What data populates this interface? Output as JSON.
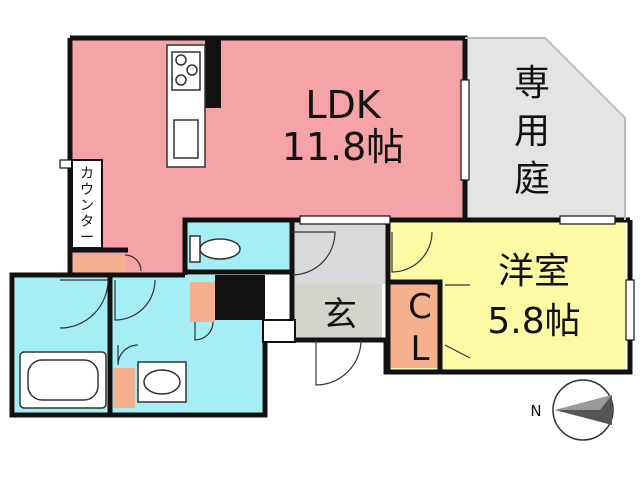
{
  "rooms": {
    "ldk": {
      "name": "LDK",
      "size": "11.8帖"
    },
    "western": {
      "name": "洋室",
      "size": "5.8帖"
    },
    "garden": {
      "chars": [
        "専",
        "用",
        "庭"
      ]
    },
    "entrance": {
      "name": "玄"
    },
    "closet": {
      "chars": [
        "C",
        "L"
      ]
    },
    "counter": {
      "chars": [
        "カ",
        "ウ",
        "ン",
        "タ",
        "ー"
      ]
    }
  },
  "compass": {
    "label": "N"
  },
  "colors": {
    "ldk": "#f6a3a7",
    "western": "#fdfaa6",
    "wet": "#a6eef5",
    "garden": "#e4e4e4",
    "entrance": "#d4d4cc",
    "accent": "#f5b08e",
    "wall": "#111111"
  }
}
